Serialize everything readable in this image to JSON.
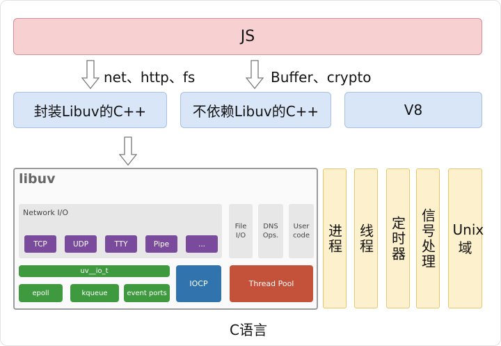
{
  "top": {
    "js": "JS"
  },
  "arrow_labels": {
    "left": "net、http、fs",
    "right": "Buffer、crypto"
  },
  "middle": {
    "wrap_libuv": "封装Libuv的C++",
    "no_libuv": "不依赖Libuv的C++",
    "v8": "V8"
  },
  "libuv": {
    "title": "libuv",
    "network_io": {
      "title": "Network I/O",
      "items": [
        "TCP",
        "UDP",
        "TTY",
        "Pipe",
        "..."
      ]
    },
    "file_io": "File I/O",
    "dns": "DNS Ops.",
    "user_code": "User code",
    "uv_io_t": "uv__io_t",
    "backends": [
      "epoll",
      "kqueue",
      "event ports"
    ],
    "iocp": "IOCP",
    "thread_pool": "Thread Pool"
  },
  "side": {
    "process": "进程",
    "thread": "线程",
    "timer": "定时器",
    "signal": "信号处理",
    "unix": "Unix域"
  },
  "bottom": {
    "c_lang": "C语言"
  },
  "colors": {
    "js_bg": "#f7d1d2",
    "blue_bg": "#d9e6f8",
    "purple": "#7a4b9c",
    "green": "#3f9a3f",
    "iocp": "#3174ad",
    "thread_pool": "#c4513a",
    "yellow_bg": "#fdf0cc"
  }
}
